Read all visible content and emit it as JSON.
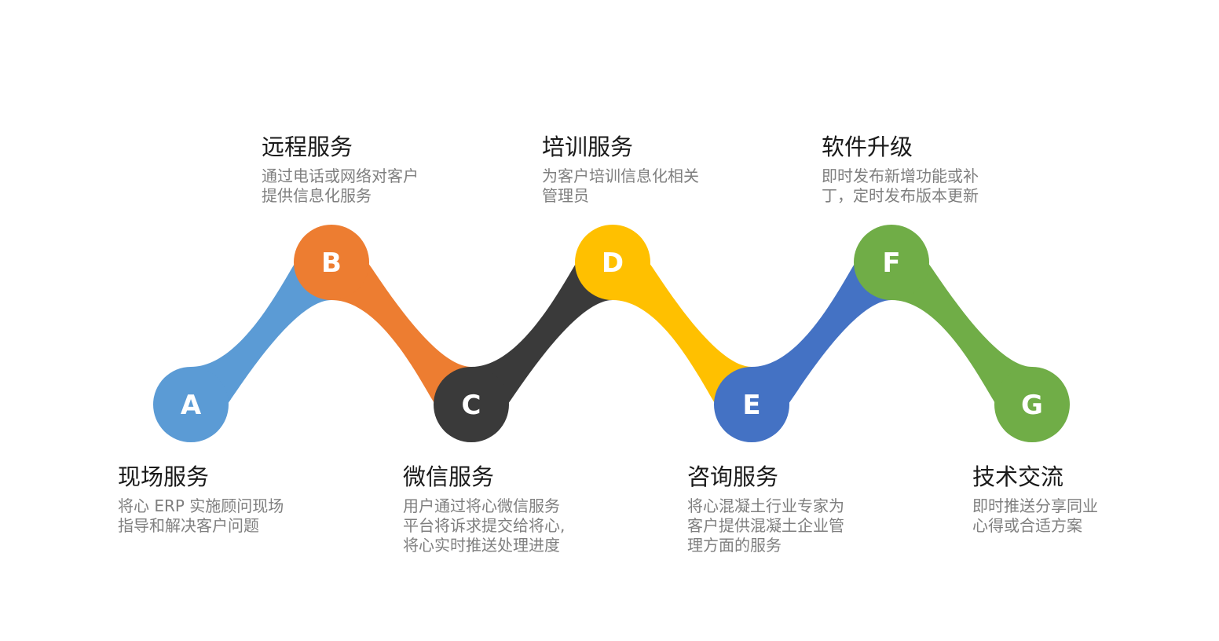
{
  "colors": {
    "blue_light": "#5B9BD5",
    "orange": "#ED7D31",
    "dark": "#3A3A3A",
    "gold": "#FFC000",
    "blue": "#4472C4",
    "green": "#70AD47"
  },
  "nodes": [
    {
      "letter": "A",
      "color": "#5B9BD5",
      "title": "现场服务",
      "desc": "将心 ERP 实施顾问现场\n指导和解决客户问题"
    },
    {
      "letter": "B",
      "color": "#ED7D31",
      "title": "远程服务",
      "desc": "通过电话或网络对客户\n提供信息化服务"
    },
    {
      "letter": "C",
      "color": "#3A3A3A",
      "title": "微信服务",
      "desc": "用户通过将心微信服务\n平台将诉求提交给将心,\n将心实时推送处理进度"
    },
    {
      "letter": "D",
      "color": "#FFC000",
      "title": "培训服务",
      "desc": "为客户培训信息化相关\n管理员"
    },
    {
      "letter": "E",
      "color": "#4472C4",
      "title": "咨询服务",
      "desc": "将心混凝土行业专家为\n客户提供混凝土企业管\n理方面的服务"
    },
    {
      "letter": "F",
      "color": "#70AD47",
      "title": "软件升级",
      "desc": "即时发布新增功能或补\n丁，定时发布版本更新"
    },
    {
      "letter": "G",
      "color": "#70AD47",
      "title": "技术交流",
      "desc": "即时推送分享同业\n心得或合适方案"
    }
  ]
}
